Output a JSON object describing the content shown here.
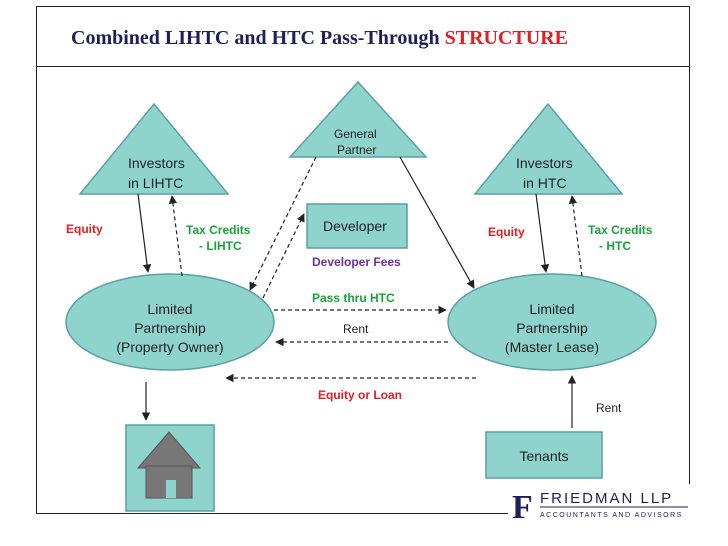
{
  "title": {
    "main": "Combined LIHTC and HTC Pass-Through ",
    "accent": "STRUCTURE"
  },
  "nodes": {
    "investors_lihtc": [
      "Investors",
      "in LIHTC"
    ],
    "general_partner": [
      "General",
      "Partner"
    ],
    "investors_htc": [
      "Investors",
      "in HTC"
    ],
    "developer": "Developer",
    "lp_owner": [
      "Limited",
      "Partnership",
      "(Property Owner)"
    ],
    "lp_master": [
      "Limited",
      "Partnership",
      "(Master Lease)"
    ],
    "tenants": "Tenants"
  },
  "labels": {
    "equity_left": "Equity",
    "tax_credits_lihtc": [
      "Tax Credits",
      "- LIHTC"
    ],
    "developer_fees": "Developer Fees",
    "pass_thru_htc": "Pass thru HTC",
    "rent_mid": "Rent",
    "equity_or_loan": "Equity or Loan",
    "equity_right": "Equity",
    "tax_credits_htc": [
      "Tax Credits",
      "- HTC"
    ],
    "rent_right": "Rent"
  },
  "logo": {
    "letter": "F",
    "name": "FRIEDMAN LLP",
    "tagline": "ACCOUNTANTS AND ADVISORS"
  },
  "colors": {
    "node_fill": "#8fd4cc",
    "node_stroke": "#5a9fa8",
    "label_red": "#e02020",
    "label_green": "#1aa33a",
    "label_purple": "#7030a0",
    "title_blue": "#1f1f5a"
  }
}
